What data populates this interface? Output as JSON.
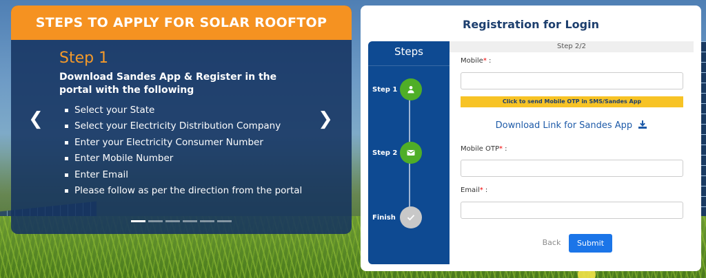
{
  "carousel": {
    "header": "STEPS TO APPLY FOR SOLAR ROOFTOP",
    "step_title": "Step 1",
    "step_description": "Download Sandes App & Register in the portal with the following",
    "items": [
      "Select your State",
      "Select your Electricity Distribution Company",
      "Enter your Electricity Consumer Number",
      "Enter Mobile Number",
      "Enter Email",
      "Please follow as per the direction from the portal"
    ],
    "prev_glyph": "❮",
    "next_glyph": "❯",
    "indicator_count": 6,
    "active_indicator": 1
  },
  "registration": {
    "title": "Registration for Login",
    "steps_heading": "Steps",
    "steps": [
      {
        "label": "Step 1",
        "icon": "user-icon",
        "status": "done"
      },
      {
        "label": "Step 2",
        "icon": "envelope-icon",
        "status": "done"
      },
      {
        "label": "Finish",
        "icon": "check-icon",
        "status": "pending"
      }
    ],
    "sub_heading": "Step 2/2",
    "mobile_label": "Mobile",
    "otp_bar_text": "Click to send Mobile OTP in SMS/Sandes App",
    "download_link_text": "Download Link for Sandes App",
    "otp_label": "Mobile OTP",
    "email_label": "Email",
    "required_mark": "*",
    "label_suffix": " :",
    "back_label": "Back",
    "submit_label": "Submit"
  },
  "colors": {
    "accent_orange": "#f59221",
    "steps_panel_blue": "#0e4a92",
    "step_done_green": "#4fae27",
    "otp_bar_yellow": "#f7c325",
    "submit_blue": "#1b75e8"
  }
}
